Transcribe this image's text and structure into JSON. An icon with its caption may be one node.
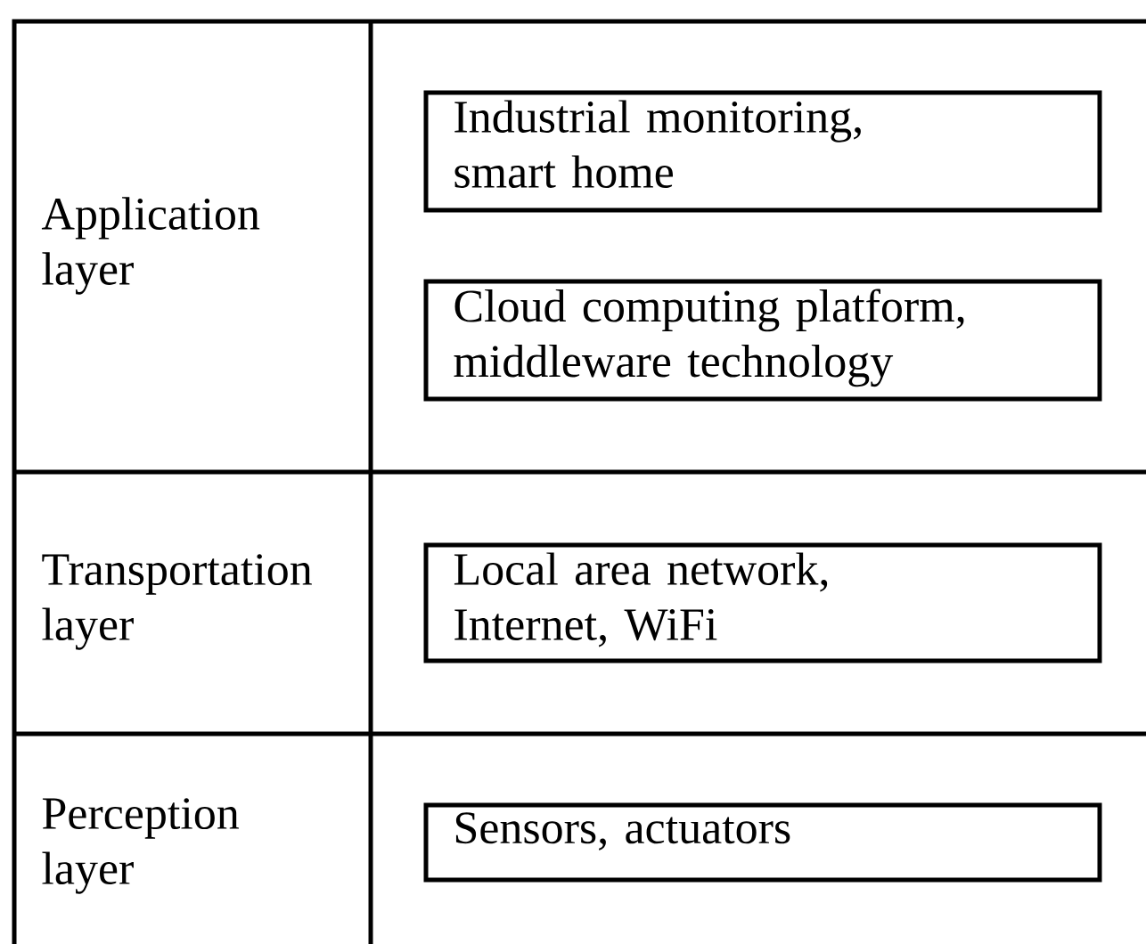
{
  "diagram": {
    "nodes": [
      {
        "text": [
          "Application layer"
        ]
      },
      {
        "text": [
          "Industrial monitoring,  smart home"
        ]
      },
      {
        "text": [
          "Cloud computing platform, middleware technology"
        ]
      },
      {
        "text": [
          "Transportation layer"
        ]
      },
      {
        "text": [
          "Local area network, Internet, WiFi"
        ]
      },
      {
        "text": [
          "Perception layer"
        ]
      },
      {
        "text": [
          "Sensors, actuators"
        ]
      }
    ]
  }
}
